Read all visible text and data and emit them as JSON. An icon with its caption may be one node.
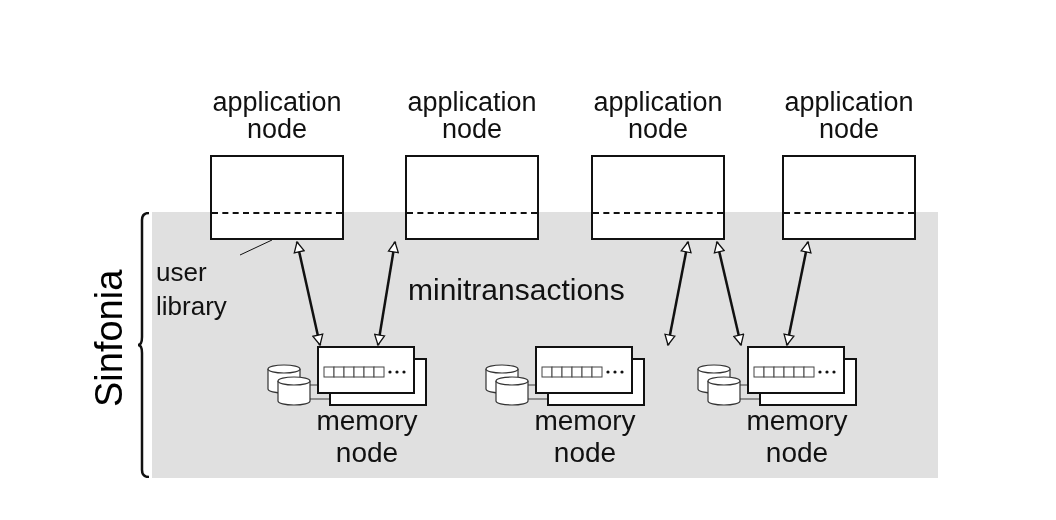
{
  "diagram": {
    "nodes": [
      {
        "text": [
          "Sinfonia"
        ]
      },
      {
        "text": [
          "application node"
        ]
      },
      {
        "text": [
          "application node"
        ]
      },
      {
        "text": [
          "application node"
        ]
      },
      {
        "text": [
          "application node"
        ]
      },
      {
        "text": [
          "user library"
        ],
        "in": 0
      },
      {
        "text": [
          "memory node"
        ],
        "in": 0
      },
      {
        "text": [
          "memory node"
        ],
        "in": 0
      },
      {
        "text": [
          "memory node"
        ],
        "in": 0
      }
    ],
    "edges": [
      {
        "from": 1,
        "to": 6,
        "arrow": "both"
      },
      {
        "from": 2,
        "to": 6,
        "arrow": "both"
      },
      {
        "from": 3,
        "to": 7,
        "arrow": "both"
      },
      {
        "from": 3,
        "to": 8,
        "arrow": "both"
      },
      {
        "from": 4,
        "to": 8,
        "arrow": "both"
      },
      {
        "from": 5,
        "to": 1,
        "arrow": "none"
      }
    ],
    "labels": [
      "minitransactions"
    ]
  }
}
